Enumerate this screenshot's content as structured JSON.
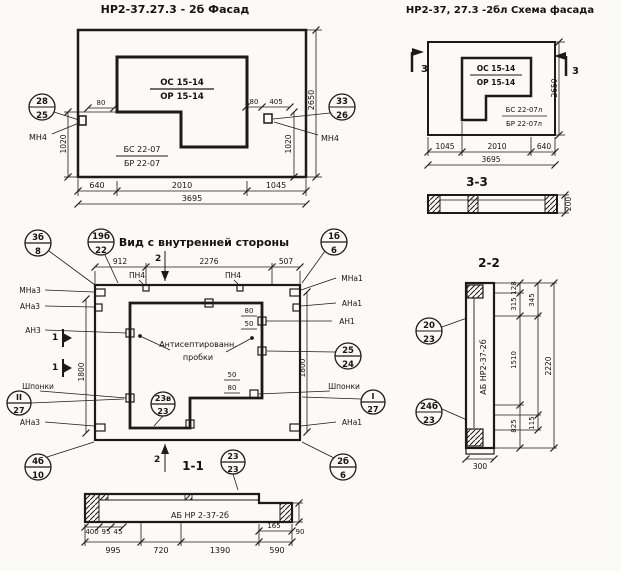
{
  "colors": {
    "ink": "#1b1b1b",
    "paper": "#fbfaf7"
  },
  "facade": {
    "title": "НР2-37.27.3 - 2б  Фасад",
    "window_mark_top": "ОС 15-14",
    "window_mark_bottom": "ОР 15-14",
    "panel_mark_top": "БС 22-07",
    "panel_mark_bottom": "БР 22-07",
    "callout_left": {
      "num": "28",
      "den": "25",
      "label": "МН4"
    },
    "callout_right": {
      "num": "33",
      "den": "26",
      "label": "МН4"
    },
    "dims": {
      "d80_left": "80",
      "d80_right": "80",
      "d405": "405",
      "v1020_left": "1020",
      "v1020_right": "1020",
      "v2650": "2650",
      "b640": "640",
      "b2010": "2010",
      "b1045": "1045",
      "total": "3695"
    }
  },
  "schema": {
    "title": "НР2-37, 27.3 -2бл  Схема фасада",
    "section_mark_left": "3",
    "section_mark_right": "3",
    "window_mark_top": "ОС 15-14",
    "window_mark_bottom": "ОР 15-14",
    "panel_mark_top": "БС 22-07л",
    "panel_mark_bottom": "БР 22-07л",
    "plan_title": "3-3",
    "dims": {
      "v2650": "2650",
      "b1045": "1045",
      "b2010": "2010",
      "b640": "640",
      "total": "3695",
      "t200": "200"
    }
  },
  "inner_view": {
    "title": "Вид с внутренней стороны",
    "note_line1": "Антисептированн.",
    "note_line2": "пробки",
    "labels": {
      "pn4_a": "ПН4",
      "pn4_b": "ПН4",
      "mna3": "МНа3",
      "ana3_top": "АНа3",
      "an3": "АН3",
      "shponki_left": "Шпонки",
      "ana3_bottom": "АНа3",
      "mna1": "МНа1",
      "ana1_top": "АНа1",
      "an1": "АН1",
      "shponki_right": "Шпонки",
      "ana1_bottom": "АНа1"
    },
    "callouts": {
      "c3b8": {
        "num": "3б",
        "den": "8"
      },
      "c19b22": {
        "num": "19б",
        "den": "22"
      },
      "c1b6": {
        "num": "1б",
        "den": "6"
      },
      "c2524": {
        "num": "25",
        "den": "24"
      },
      "c23v23": {
        "num": "23в",
        "den": "23"
      },
      "cII27": {
        "num": "II",
        "den": "27"
      },
      "cI27": {
        "num": "I",
        "den": "27"
      },
      "c4b10": {
        "num": "4б",
        "den": "10"
      },
      "c2b6": {
        "num": "2б",
        "den": "6"
      },
      "c2323": {
        "num": "23",
        "den": "23"
      }
    },
    "dims": {
      "d912": "912",
      "d2276": "2276",
      "d507": "507",
      "v1800_left": "1800",
      "v1800_right": "1800",
      "d80_top": "80",
      "d50_top": "50",
      "d50_bot": "50",
      "d80_bot": "80"
    },
    "marks": {
      "sec2_top": "2",
      "sec2_bottom": "2",
      "sec1_a": "1",
      "sec1_b": "1"
    }
  },
  "section_1_1": {
    "title": "1-1",
    "label": "АБ НР 2-37-2б",
    "dims": {
      "d400": "400",
      "d95": "95",
      "d45": "45",
      "d995": "995",
      "d720": "720",
      "d1390": "1390",
      "d590": "590",
      "d165": "165",
      "d90": "90"
    }
  },
  "section_2_2": {
    "title": "2-2",
    "label": "АБ НР2-37-2б",
    "callouts": {
      "c2023": {
        "num": "20",
        "den": "23"
      },
      "c24b23": {
        "num": "24б",
        "den": "23"
      }
    },
    "dims": {
      "d128": "128",
      "d315": "315",
      "d345": "345",
      "d1510": "1510",
      "d2220": "2220",
      "d825": "825",
      "d115": "115",
      "d300": "300"
    }
  }
}
